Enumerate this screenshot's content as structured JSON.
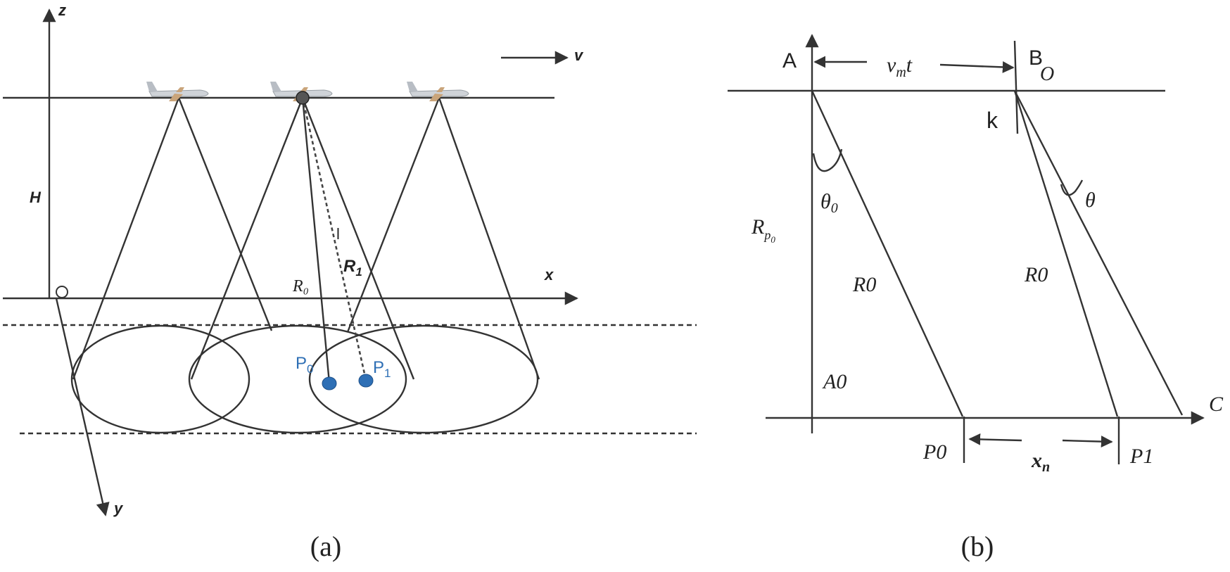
{
  "panel_a": {
    "caption": "(a)",
    "labels": {
      "z": "z",
      "v": "v",
      "H": "H",
      "x": "x",
      "y": "y",
      "R0": "R₀",
      "R1_main": "R",
      "R1_sub": "1",
      "l": "l",
      "P0_main": "P",
      "P0_sub": "0",
      "P1_main": "P",
      "P1_sub": "1"
    },
    "icons": [
      "airplane-icon",
      "airplane-icon",
      "airplane-icon"
    ],
    "point_color": "#2e6fb5"
  },
  "panel_b": {
    "caption": "(b)",
    "labels": {
      "A": "A",
      "B": "B",
      "O": "O",
      "vmt_v": "v",
      "vmt_m": "m",
      "vmt_t": "t",
      "k": "k",
      "theta0_main": "θ",
      "theta0_sub": "0",
      "theta": "θ",
      "Rp0_main": "R",
      "Rp0_p": "p",
      "Rp0_0": "0",
      "R0_left": "R0",
      "R0_right": "R0",
      "A0": "A0",
      "C": "C",
      "P0": "P0",
      "P1": "P1",
      "xn_main": "x",
      "xn_sub": "n"
    }
  }
}
